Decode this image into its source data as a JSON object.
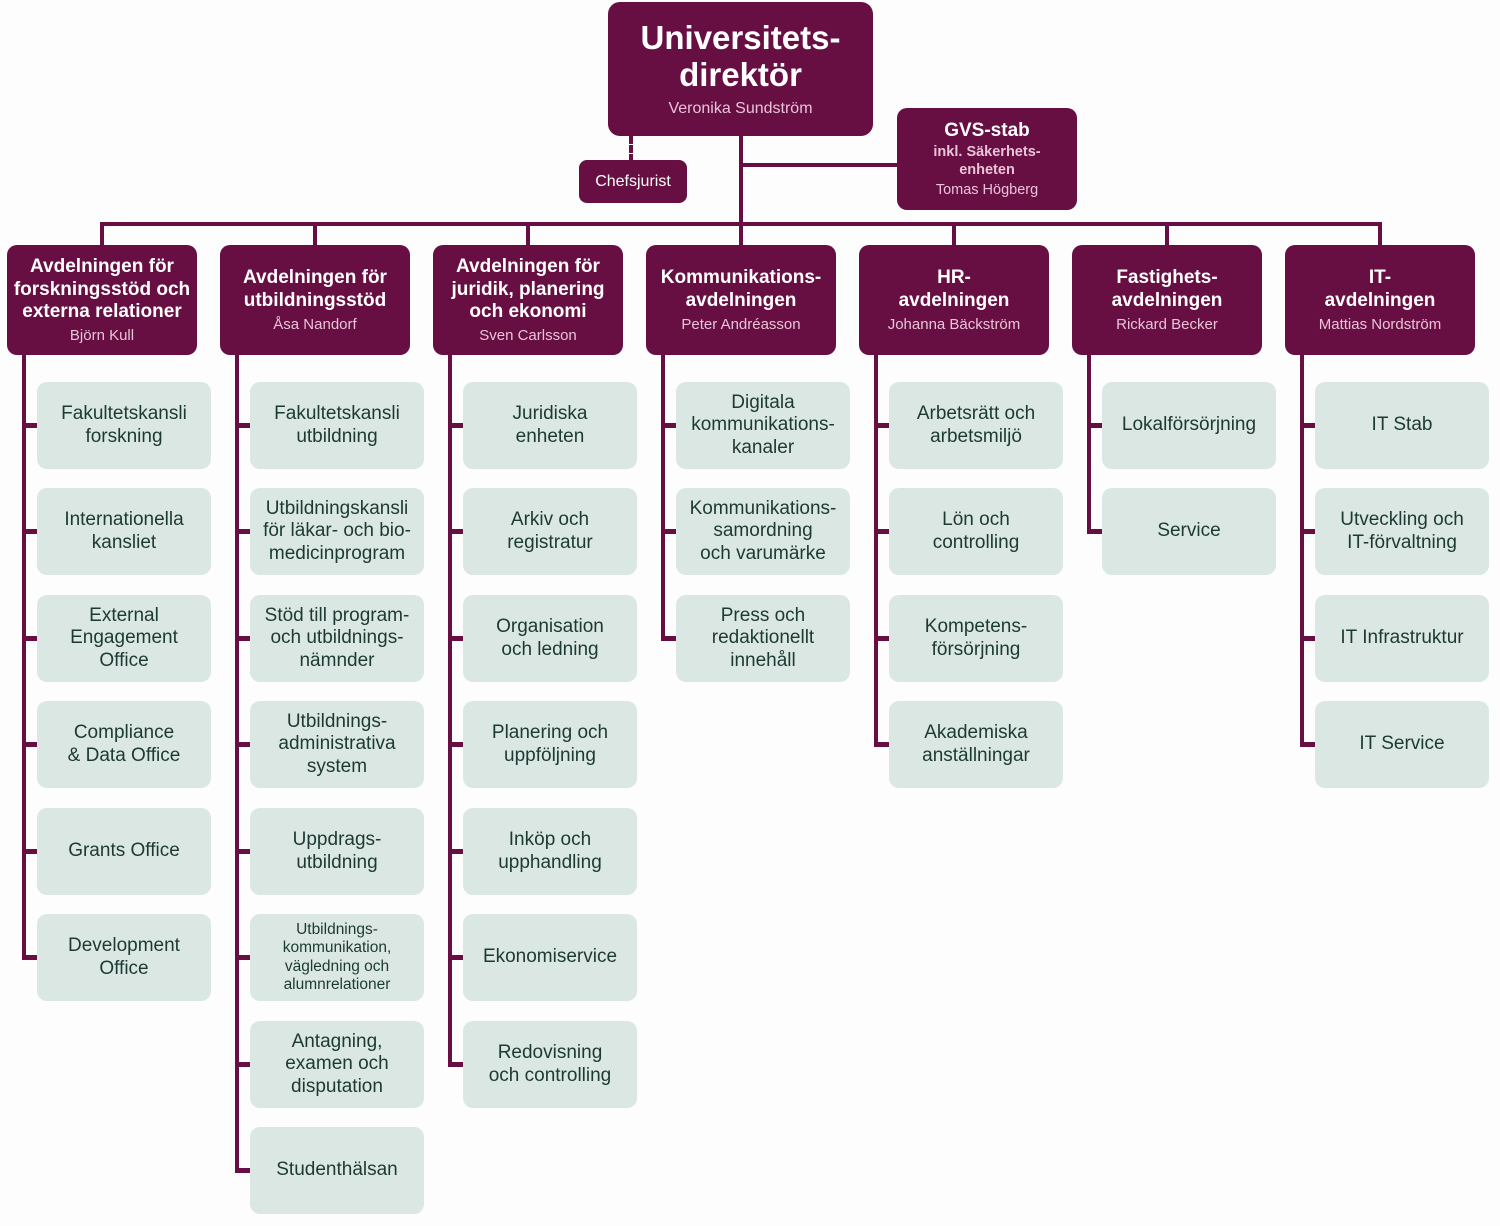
{
  "org": {
    "root": {
      "title": "Universitets-\ndirektör",
      "name": "Veronika Sundström"
    },
    "staff": {
      "title": "GVS-stab",
      "subtitle": "inkl. Säkerhets-\nenheten",
      "name": "Tomas Högberg"
    },
    "advisor": {
      "title": "Chefsjurist"
    },
    "columns": [
      {
        "title": "Avdelningen för\nforskningsstöd och\nexterna relationer",
        "name": "Björn Kull",
        "children": [
          "Fakultetskansli\nforskning",
          "Internationella\nkansliet",
          "External\nEngagement\nOffice",
          "Compliance\n& Data Office",
          "Grants Office",
          "Development\nOffice"
        ]
      },
      {
        "title": "Avdelningen för\nutbildningsstöd",
        "name": "Åsa Nandorf",
        "children": [
          "Fakultetskansli\nutbildning",
          "Utbildningskansli\nför läkar- och bio-\nmedicinprogram",
          "Stöd till program-\noch utbildnings-\nnämnder",
          "Utbildnings-\nadministrativa\nsystem",
          "Uppdrags-\nutbildning",
          "Utbildnings-\nkommunikation,\nvägledning och\nalumnrelationer",
          "Antagning,\nexamen och\ndisputation",
          "Studenthälsan"
        ]
      },
      {
        "title": "Avdelningen för\njuridik, planering\noch ekonomi",
        "name": "Sven Carlsson",
        "children": [
          "Juridiska\nenheten",
          "Arkiv och\nregistratur",
          "Organisation\noch ledning",
          "Planering och\nuppföljning",
          "Inköp och\nupphandling",
          "Ekonomiservice",
          "Redovisning\noch controlling"
        ]
      },
      {
        "title": "Kommunikations-\navdelningen",
        "name": "Peter Andréasson",
        "children": [
          "Digitala\nkommunikations-\nkanaler",
          "Kommunikations-\nsamordning\noch varumärke",
          "Press och\nredaktionellt\ninnehåll"
        ]
      },
      {
        "title": "HR-\navdelningen",
        "name": "Johanna Bäckström",
        "children": [
          "Arbetsrätt och\narbetsmiljö",
          "Lön och\ncontrolling",
          "Kompetens-\nförsörjning",
          "Akademiska\nanställningar"
        ]
      },
      {
        "title": "Fastighets-\navdelningen",
        "name": "Rickard Becker",
        "children": [
          "Lokalförsörjning",
          "Service"
        ]
      },
      {
        "title": "IT-\navdelningen",
        "name": "Mattias Nordström",
        "children": [
          "IT Stab",
          "Utveckling och\nIT-förvaltning",
          "IT Infrastruktur",
          "IT Service"
        ]
      }
    ]
  },
  "colors": {
    "node_dark": "#670f42",
    "node_light": "#dbe7e2",
    "text_light_node": "#1c3a33",
    "text_name": "#e9c3d8",
    "background": "#fdfdfd"
  }
}
